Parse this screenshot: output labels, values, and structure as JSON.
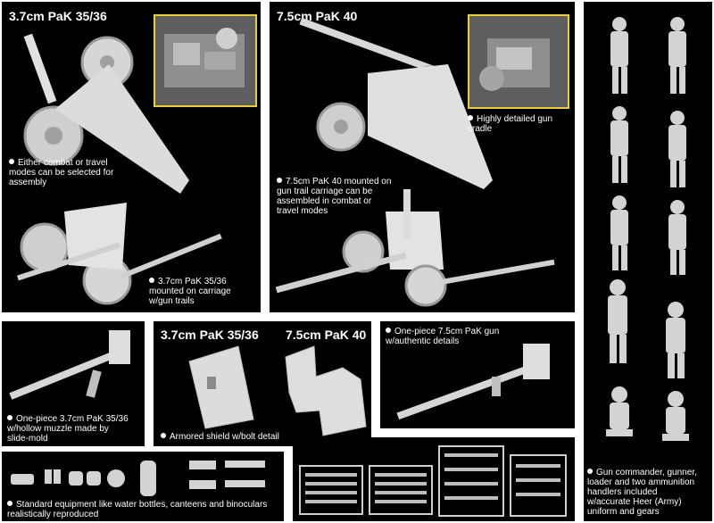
{
  "panels": {
    "pak36": {
      "title": "3.7cm PaK 35/36",
      "caption1": [
        "Either combat or travel",
        "modes can be selected for",
        "assembly"
      ],
      "caption2": [
        "3.7cm PaK 35/36",
        "mounted on carriage",
        "w/gun trails"
      ]
    },
    "pak40": {
      "title": "7.5cm PaK 40",
      "caption1": [
        "Highly detailed gun",
        "cradle"
      ],
      "caption2": [
        "7.5cm PaK 40 mounted on",
        "gun trail carriage can be",
        "assembled in combat or",
        "travel modes"
      ]
    },
    "barrel36": {
      "caption": [
        "One-piece 3.7cm PaK 35/36",
        "w/hollow muzzle made by",
        "slide-mold"
      ]
    },
    "shields": {
      "title_left": "3.7cm PaK 35/36",
      "title_right": "7.5cm PaK 40",
      "caption": [
        "Armored shield w/bolt detail"
      ]
    },
    "barrel40": {
      "caption": [
        "One-piece 7.5cm PaK gun",
        "w/authentic details"
      ]
    },
    "equipment": {
      "caption": [
        "Standard equipment like water bottles, canteens and binoculars",
        "realistically reproduced"
      ]
    },
    "figures": {
      "caption": [
        "Gun commander, gunner,",
        "loader and two ammunition",
        "handlers included",
        "w/accurate Heer (Army)",
        "uniform and gears"
      ]
    }
  },
  "colors": {
    "panel_bg": "#000000",
    "model_grey": "#d9d9d9",
    "inset_border": "#e6cf3a",
    "text": "#ffffff"
  }
}
